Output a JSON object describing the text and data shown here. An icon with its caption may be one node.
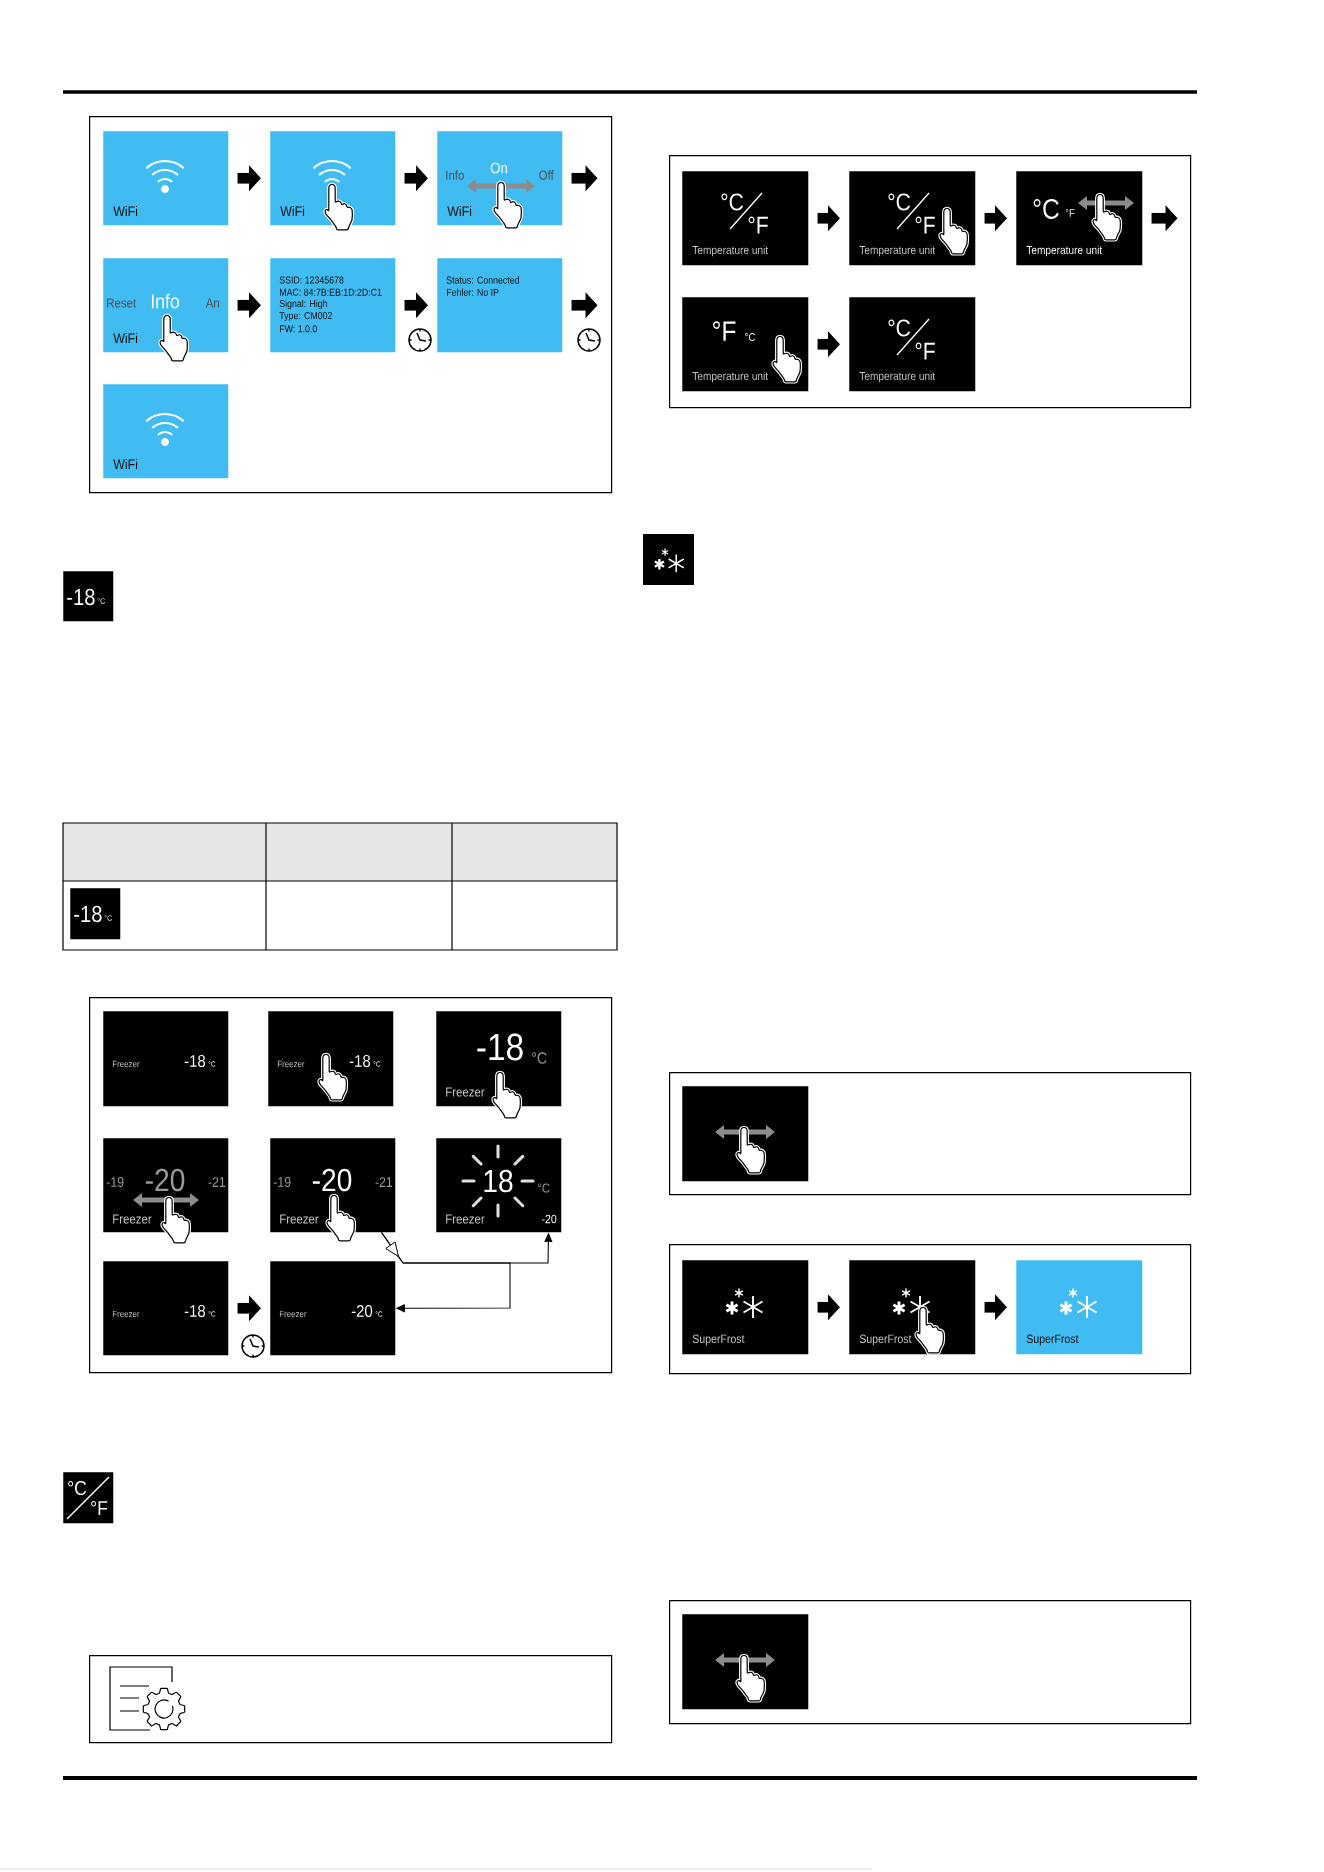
{
  "diagram": {
    "nodes": [
      {
        "text": [],
        "shape": "box"
      },
      {
        "text": [
          "WiFi"
        ],
        "in": 0
      },
      {
        "text": [
          "WiFi"
        ],
        "in": 0
      },
      {
        "text": [
          "Info",
          "On",
          "Off",
          "WiFi"
        ],
        "in": 0
      },
      {
        "text": [
          "Reset",
          "Info",
          "An",
          "WiFi"
        ],
        "in": 0
      },
      {
        "text": [
          "SSID: 12345678",
          "MAC: 84:7B:EB:1D:2D:C1",
          "Signal: High",
          "Type: CM002",
          "FW: 1.0.0"
        ],
        "in": 0
      },
      {
        "text": [
          "Status: Connected",
          "Fehler: No IP"
        ],
        "in": 0
      },
      {
        "text": [
          "WiFi"
        ],
        "in": 0
      },
      {
        "text": [
          "-18",
          "°C"
        ]
      },
      {
        "text": [
          "-18",
          "°C"
        ]
      },
      {
        "text": [],
        "shape": "box"
      },
      {
        "text": [
          "Freezer",
          "-18",
          "°C"
        ],
        "in": 10
      },
      {
        "text": [
          "Freezer",
          "-18",
          "°C"
        ],
        "in": 10
      },
      {
        "text": [
          "-18",
          "°C",
          "Freezer"
        ],
        "in": 10
      },
      {
        "text": [
          "-19",
          "-20",
          "-21",
          "Freezer"
        ],
        "in": 10
      },
      {
        "text": [
          "-19",
          "-20",
          "-21",
          "Freezer"
        ],
        "in": 10
      },
      {
        "text": [
          "18",
          "°C",
          "Freezer",
          "-20"
        ],
        "in": 10
      },
      {
        "text": [
          "Freezer",
          "-18",
          "°C"
        ],
        "in": 10
      },
      {
        "text": [
          "Freezer",
          "-20",
          "°C"
        ],
        "in": 10
      },
      {
        "text": [
          "°C",
          "°F"
        ]
      },
      {
        "text": [],
        "shape": "box"
      },
      {
        "text": [],
        "shape": "box"
      },
      {
        "text": [
          "°C",
          "°F",
          "Temperature unit"
        ],
        "in": 21
      },
      {
        "text": [
          "°C",
          "°F",
          "Temperature unit"
        ],
        "in": 21
      },
      {
        "text": [
          "°C",
          "°F",
          "Temperature unit"
        ],
        "in": 21
      },
      {
        "text": [
          "°F",
          "°C",
          "Temperature unit"
        ],
        "in": 21
      },
      {
        "text": [
          "°C",
          "°F",
          "Temperature unit"
        ],
        "in": 21
      },
      {
        "text": [],
        "shape": "box"
      },
      {
        "text": [],
        "shape": "box",
        "in": 27
      },
      {
        "text": [],
        "shape": "box"
      },
      {
        "text": [
          "SuperFrost"
        ],
        "in": 29
      },
      {
        "text": [
          "SuperFrost"
        ],
        "in": 29
      },
      {
        "text": [
          "SuperFrost"
        ],
        "in": 29
      },
      {
        "text": [],
        "shape": "box"
      },
      {
        "text": [],
        "shape": "box",
        "in": 33
      }
    ],
    "edges": [
      {
        "from": 1,
        "to": 2,
        "arrow": "to"
      },
      {
        "from": 2,
        "to": 3,
        "arrow": "to"
      },
      {
        "from": 3,
        "to": null,
        "arrow": "to"
      },
      {
        "from": 4,
        "to": 5,
        "arrow": "to"
      },
      {
        "from": 5,
        "to": 6,
        "arrow": "to"
      },
      {
        "from": 6,
        "to": null,
        "arrow": "to"
      },
      {
        "from": 15,
        "to": 16,
        "arrow": "to"
      },
      {
        "from": 15,
        "to": 18,
        "arrow": "to"
      },
      {
        "from": 17,
        "to": 18,
        "arrow": "to"
      },
      {
        "from": 22,
        "to": 23,
        "arrow": "to"
      },
      {
        "from": 23,
        "to": 24,
        "arrow": "to"
      },
      {
        "from": 24,
        "to": null,
        "arrow": "to"
      },
      {
        "from": 25,
        "to": 26,
        "arrow": "to"
      },
      {
        "from": 30,
        "to": 31,
        "arrow": "to"
      },
      {
        "from": 31,
        "to": 32,
        "arrow": "to"
      }
    ]
  }
}
